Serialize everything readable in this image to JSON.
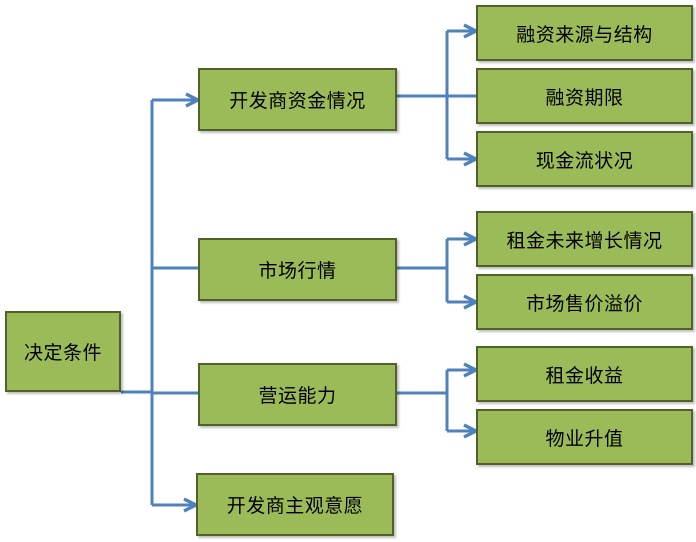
{
  "root": {
    "label": "决定条件"
  },
  "categories": [
    {
      "label": "开发商资金情况",
      "children": [
        {
          "label": "融资来源与结构"
        },
        {
          "label": "融资期限"
        },
        {
          "label": "现金流状况"
        }
      ]
    },
    {
      "label": "市场行情",
      "children": [
        {
          "label": "租金未来增长情况"
        },
        {
          "label": "市场售价溢价"
        }
      ]
    },
    {
      "label": "营运能力",
      "children": [
        {
          "label": "租金收益"
        },
        {
          "label": "物业升值"
        }
      ]
    },
    {
      "label": "开发商主观意愿",
      "children": []
    }
  ],
  "colors": {
    "node_fill": "#9bbb59",
    "node_border": "#4f6228",
    "connector": "#4f81bd"
  }
}
